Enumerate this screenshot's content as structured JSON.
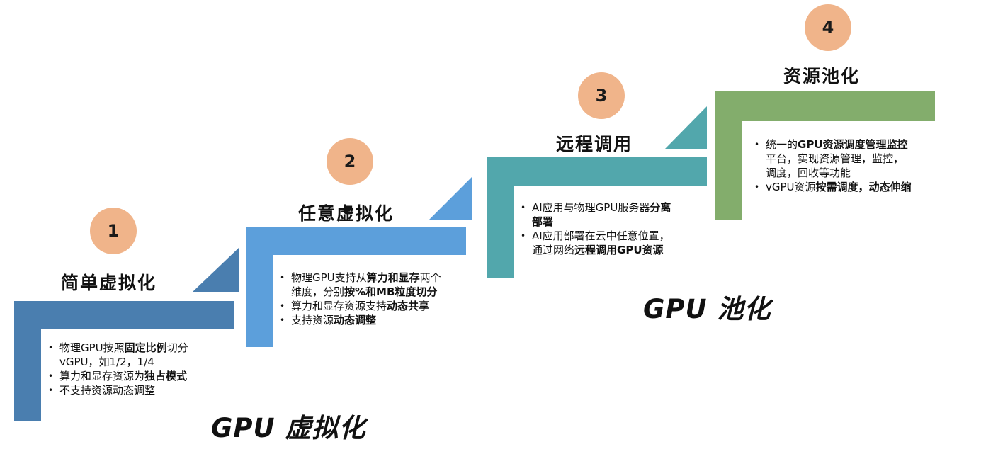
{
  "colors": {
    "step1": "#4a7eaf",
    "step2": "#5c9fdb",
    "step3": "#52a7ac",
    "step4": "#83ad6c",
    "number_circle": "#f0b48a"
  },
  "steps": [
    {
      "number": "1",
      "title": "简单虚拟化",
      "bullets": [
        [
          {
            "t": "物理GPU按照"
          },
          {
            "t": "固定比例",
            "b": true
          },
          {
            "t": "切分"
          }
        ],
        [
          {
            "t": "vGPU，如1/2，1/4"
          }
        ],
        [
          {
            "t": "算力和显存资源为"
          },
          {
            "t": "独占模式",
            "b": true
          }
        ],
        [
          {
            "t": "不支持资源动态调整"
          }
        ]
      ]
    },
    {
      "number": "2",
      "title": "任意虚拟化",
      "bullets": [
        [
          {
            "t": "物理GPU支持从"
          },
          {
            "t": "算力和显存",
            "b": true
          },
          {
            "t": "两个"
          }
        ],
        [
          {
            "t": "维度，分别"
          },
          {
            "t": "按%和MB粒度切分",
            "b": true
          }
        ],
        [
          {
            "t": "算力和显存资源支持"
          },
          {
            "t": "动态共享",
            "b": true
          }
        ],
        [
          {
            "t": "支持资源"
          },
          {
            "t": "动态调整",
            "b": true
          }
        ]
      ]
    },
    {
      "number": "3",
      "title": "远程调用",
      "bullets": [
        [
          {
            "t": "AI应用与物理GPU服务器"
          },
          {
            "t": "分离",
            "b": true
          }
        ],
        [
          {
            "t": "部署",
            "b": true
          }
        ],
        [
          {
            "t": "AI应用部署在云中任意位置，"
          }
        ],
        [
          {
            "t": "通过网络"
          },
          {
            "t": "远程调用GPU资源",
            "b": true
          }
        ]
      ]
    },
    {
      "number": "4",
      "title": "资源池化",
      "bullets": [
        [
          {
            "t": "统一的"
          },
          {
            "t": "GPU资源调度管理监控",
            "b": true
          }
        ],
        [
          {
            "t": "平台，实现资源管理，监控，"
          }
        ],
        [
          {
            "t": "调度，回收等功能"
          }
        ],
        [
          {
            "t": "vGPU资源"
          },
          {
            "t": "按需调度，动态伸缩",
            "b": true
          }
        ]
      ]
    }
  ],
  "groups": {
    "virtualization": "GPU 虚拟化",
    "pooling": "GPU 池化"
  }
}
